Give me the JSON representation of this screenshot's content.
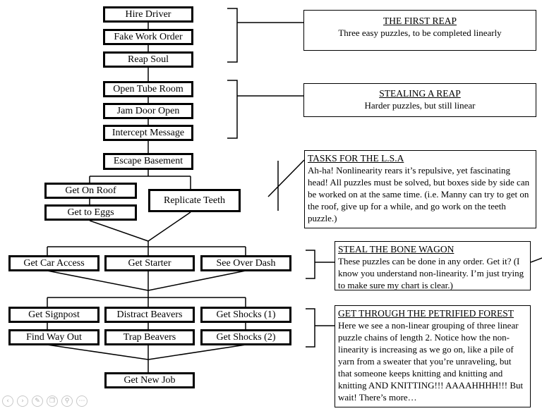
{
  "nodes": {
    "hire_driver": "Hire Driver",
    "fake_work_order": "Fake Work Order",
    "reap_soul": "Reap Soul",
    "open_tube_room": "Open Tube Room",
    "jam_door_open": "Jam Door Open",
    "intercept_message": "Intercept Message",
    "escape_basement": "Escape Basement",
    "get_on_roof": "Get On Roof",
    "get_to_eggs": "Get to Eggs",
    "replicate_teeth": "Replicate Teeth",
    "get_car_access": "Get Car Access",
    "get_starter": "Get Starter",
    "see_over_dash": "See Over Dash",
    "get_signpost": "Get Signpost",
    "distract_beavers": "Distract Beavers",
    "get_shocks_1": "Get Shocks (1)",
    "find_way_out": "Find Way Out",
    "trap_beavers": "Trap Beavers",
    "get_shocks_2": "Get Shocks (2)",
    "get_new_job": "Get New Job"
  },
  "notes": {
    "first_reap": {
      "title": "THE FIRST REAP",
      "body": "Three easy puzzles, to be completed linearly"
    },
    "stealing_reap": {
      "title": "STEALING A REAP",
      "body": "Harder puzzles, but still linear"
    },
    "tasks_lsa": {
      "title": "TASKS FOR THE L.S.A",
      "body": "Ah-ha! Nonlinearity rears it’s repulsive, yet fascinating head! All puzzles must be solved, but boxes side by side can be worked on at the same time. (i.e. Manny can try to get on the roof, give up for a while, and go work on the teeth puzzle.)"
    },
    "bone_wagon": {
      "title": "STEAL THE BONE WAGON",
      "body": "These puzzles can be done in any order. Get it? (I know you understand non-linearity.  I’m just trying to make sure my chart is clear.)"
    },
    "petrified_forest": {
      "title": "GET THROUGH THE PETRIFIED FOREST",
      "body": "Here we see a non-linear grouping of three linear puzzle chains of length 2. Notice how the non-linearity is increasing as we go on, like a pile of yarn from a sweater that you’re unraveling, but that someone keeps knitting and knitting and knitting AND KNITTING!!! AAAAHHHH!!!  But wait! There’s more…"
    }
  },
  "controls": {
    "prev_icon": "‹",
    "next_icon": "›",
    "edit_icon": "✎",
    "copy_icon": "❐",
    "zoom_icon": "⚲",
    "more_icon": "⋯"
  }
}
